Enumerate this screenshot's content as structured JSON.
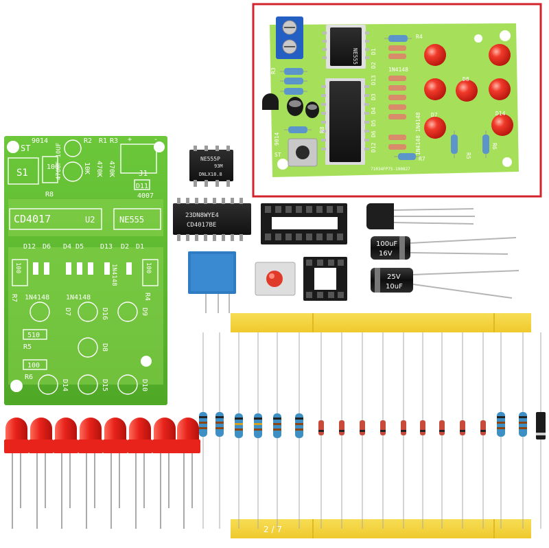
{
  "image": {
    "page_indicator": "2 / 7",
    "colors": {
      "pcb_green": "#5fbd2e",
      "pcb_light": "#a6e05a",
      "highlight_frame": "#d3242d",
      "led_red": "#e8231c",
      "tape_yellow": "#f4d23a",
      "resistor_blue": "#3d8fc4",
      "diode_body": "#c84a3a",
      "chip_black": "#1c1c1c",
      "trimmer_blue": "#2f7cc2"
    }
  },
  "bare_pcb": {
    "q_label": "9014",
    "switch_label": "ST",
    "s1_label": "S1",
    "res_labels": [
      "R2",
      "R1",
      "R3"
    ],
    "values_top": [
      "10K",
      "470K",
      "470K"
    ],
    "r8_label": "R8",
    "r8_value": "100",
    "cap_value": "470UF 10UF",
    "plus_minus": [
      "+",
      "-"
    ],
    "j1_label": "J1",
    "d11_label": "D11",
    "d11_value": "4007",
    "cd4017_label": "CD4017",
    "u2_label": "U2",
    "ne555_label": "NE555",
    "diode_row_labels": [
      "D12",
      "D6",
      "D4",
      "D5",
      "D13",
      "D2",
      "D1"
    ],
    "r7_label": "R7",
    "r7_value": "100",
    "r4_label": "R4",
    "r4_value": "100",
    "in4148_left": "1N4148",
    "in4148_mid": "1N4148",
    "in4148_side": "1N4148",
    "led_labels": [
      "D7",
      "D16",
      "D9",
      "D8",
      "D14",
      "D15",
      "D10"
    ],
    "r5_label": "R5",
    "r5_value": "510",
    "r6_label": "R6",
    "r6_value": "100"
  },
  "assembled_pcb": {
    "ic_top_label": "NE555",
    "labels": [
      "R4",
      "R3",
      "D1",
      "D2",
      "D13",
      "D3",
      "D4",
      "D5",
      "D6",
      "D12",
      "D8",
      "D7",
      "D14",
      "R5",
      "R6",
      "R7",
      "R8",
      "ST",
      "9014"
    ],
    "diode_text_1": "1N4148",
    "diode_text_2": "1N4148 1N4148",
    "board_code": "71034FP75-190827"
  },
  "components": {
    "ne555_chip_text": [
      "NE555P",
      "93M",
      "DNLX18.8"
    ],
    "cd4017_chip_text": [
      "23DN8WYE4",
      "CD4017BE"
    ],
    "capacitor_1": [
      "100uF",
      "16V"
    ],
    "capacitor_2": [
      "25V",
      "10uF"
    ]
  }
}
